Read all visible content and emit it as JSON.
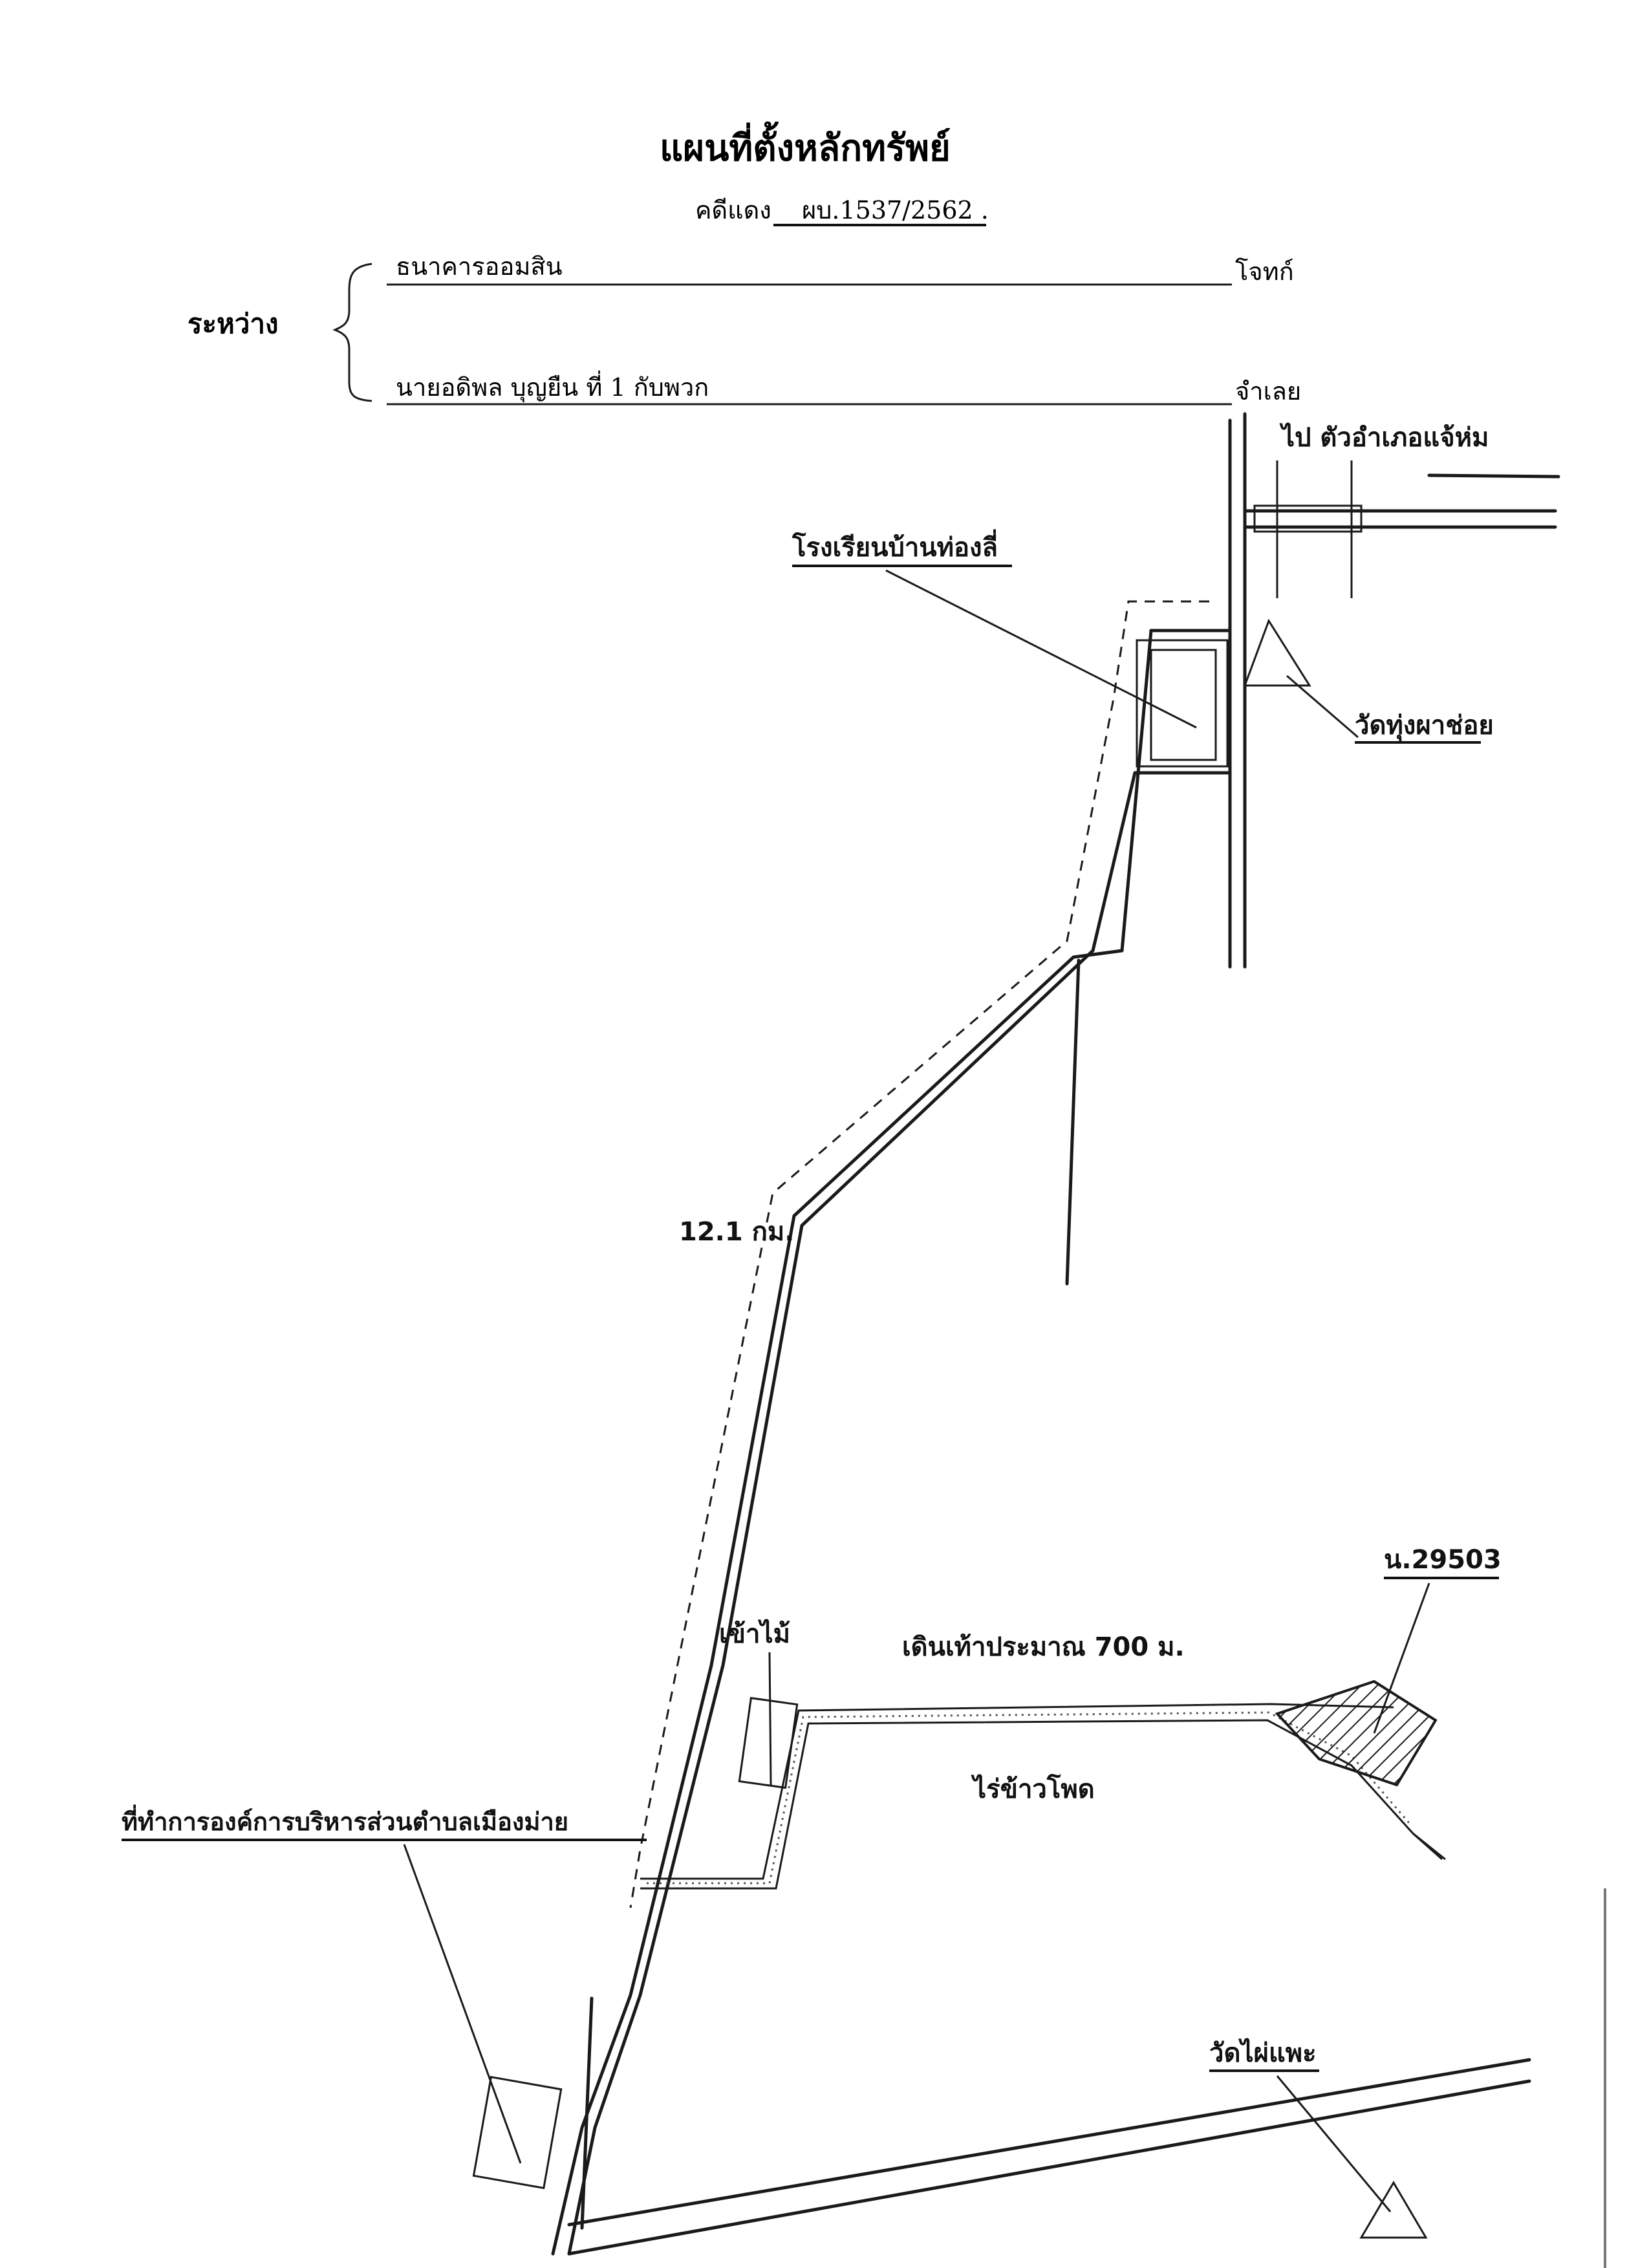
{
  "header": {
    "title": "แผนที่ตั้งหลักทรัพย์",
    "case_prefix": "คดีแดง",
    "case_number": "ผบ.1537/2562 .",
    "between_label": "ระหว่าง",
    "plaintiff_name": "ธนาคารออมสิน",
    "plaintiff_role": "โจทก์",
    "defendant_name": "นายอดิพล  บุญยืน  ที่ 1 กับพวก",
    "defendant_role": "จำเลย"
  },
  "map": {
    "labels": {
      "to_district": "ไป  ตัวอำเภอแจ้ห่ม",
      "school": "โรงเรียนบ้านท่องลี่",
      "temple_top": "วัดทุ่งผาช่อย",
      "distance": "12.1 กม.",
      "hut": "เข้าไม้",
      "walk": "เดินเท้าประมาณ 700 ม.",
      "cornfield": "ไร่ข้าวโพด",
      "parcel": "น.29503",
      "sao_office": "ที่ทำการองค์การบริหารส่วนตำบลเมืองม่าย",
      "temple_bottom": "วัดไผ่แพะ"
    }
  }
}
